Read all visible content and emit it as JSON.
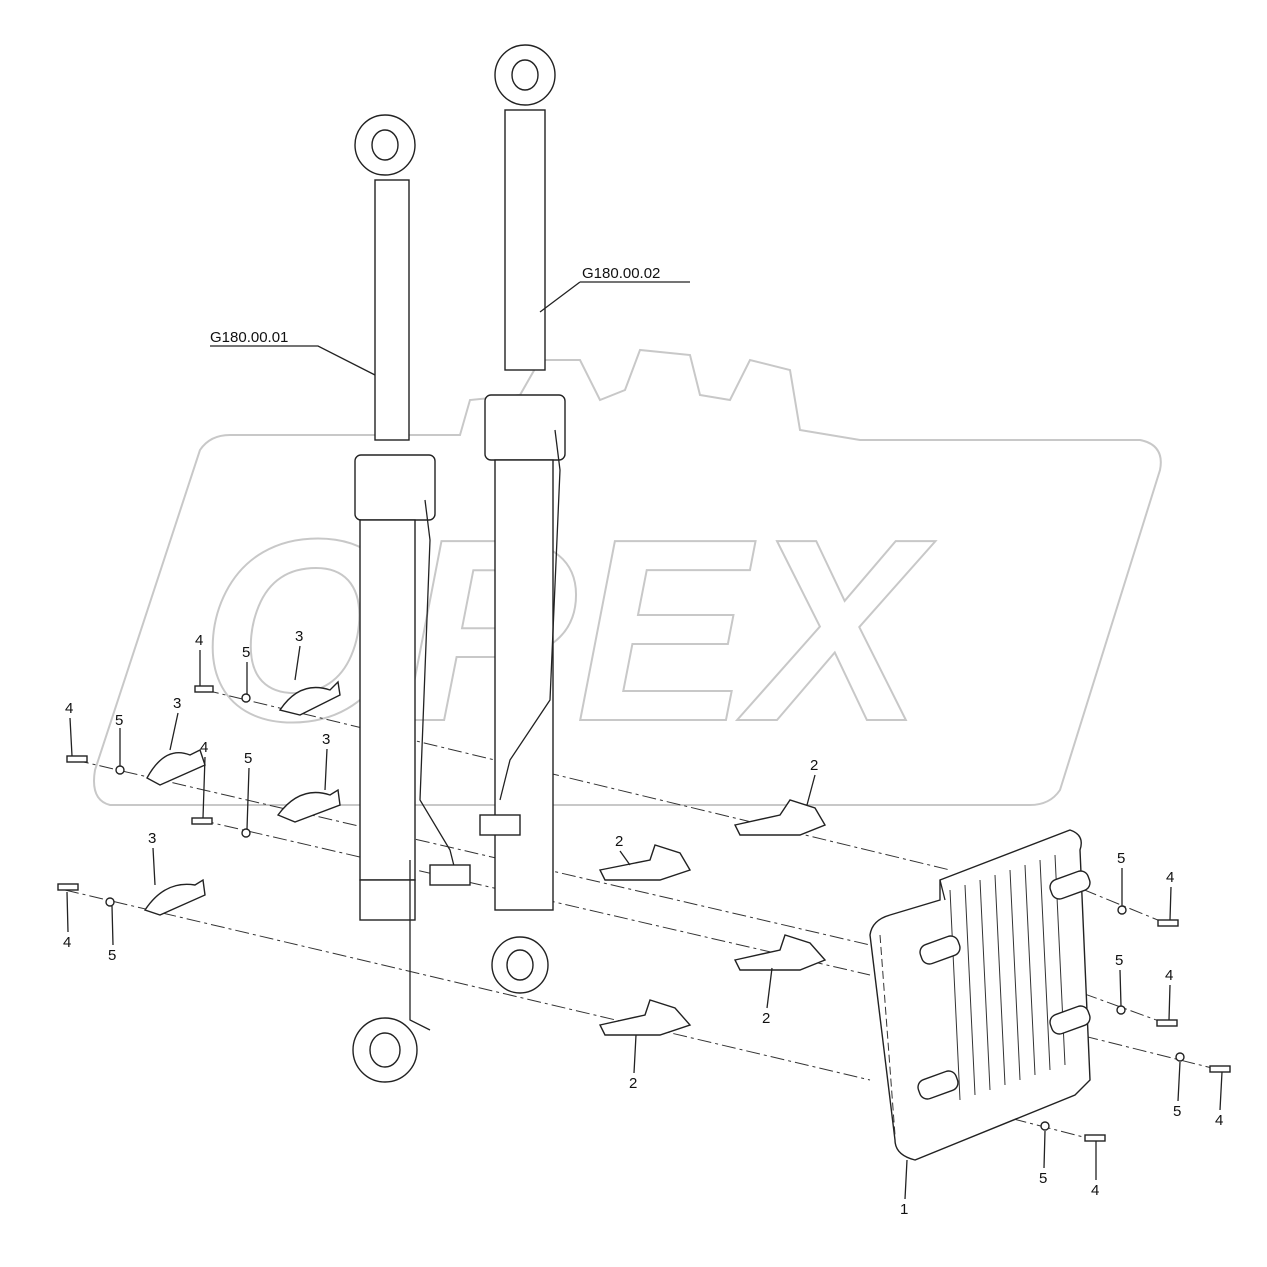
{
  "watermark": {
    "text": "OPEX",
    "color": "#c8c8c8"
  },
  "assemblies": [
    {
      "label": "G180.00.01"
    },
    {
      "label": "G180.00.02"
    }
  ],
  "callouts": [
    {
      "n": "4"
    },
    {
      "n": "5"
    },
    {
      "n": "3"
    },
    {
      "n": "4"
    },
    {
      "n": "5"
    },
    {
      "n": "3"
    },
    {
      "n": "4"
    },
    {
      "n": "5"
    },
    {
      "n": "3"
    },
    {
      "n": "3"
    },
    {
      "n": "4"
    },
    {
      "n": "5"
    },
    {
      "n": "2"
    },
    {
      "n": "2"
    },
    {
      "n": "2"
    },
    {
      "n": "2"
    },
    {
      "n": "5"
    },
    {
      "n": "4"
    },
    {
      "n": "5"
    },
    {
      "n": "4"
    },
    {
      "n": "5"
    },
    {
      "n": "4"
    },
    {
      "n": "5"
    },
    {
      "n": "4"
    },
    {
      "n": "1"
    }
  ]
}
